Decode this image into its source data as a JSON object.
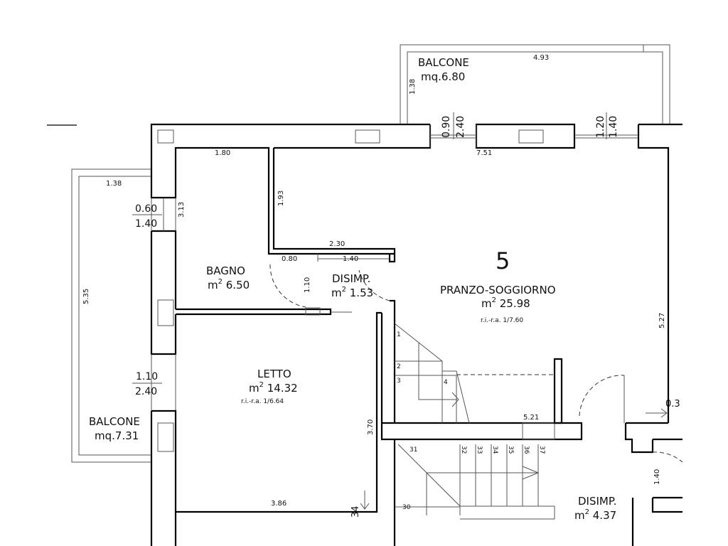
{
  "unit_number": "5",
  "rooms": {
    "balcone_top": {
      "name": "BALCONE",
      "area": "mq.6.80"
    },
    "balcone_left": {
      "name": "BALCONE",
      "area": "mq.7.31"
    },
    "bagno": {
      "name": "BAGNO",
      "area_prefix": "m",
      "area_sup": "2",
      "area": " 6.50"
    },
    "disimp": {
      "name": "DISIMP.",
      "area_prefix": "m",
      "area_sup": "2",
      "area": " 1.53"
    },
    "pranzo": {
      "name": "PRANZO-SOGGIORNO",
      "area_prefix": "m",
      "area_sup": "2",
      "area": " 25.98",
      "ratio": "r.i.-r.a. 1/7.60"
    },
    "letto": {
      "name": "LETTO",
      "area_prefix": "m",
      "area_sup": "2",
      "area": " 14.32",
      "ratio": "r.i.-r.a. 1/6.64"
    },
    "disimp2": {
      "name": "DISIMP.",
      "area_prefix": "m",
      "area_sup": "2",
      "area": " 4.37"
    }
  },
  "dimensions": {
    "balcone_top_width": "4.93",
    "balcone_top_depth": "1.38",
    "balcone_left_width": "1.38",
    "balcone_left_length": "5.35",
    "bagno_top": "1.80",
    "pranzo_top": "7.51",
    "corridor_vert": "1.93",
    "bagno_side": "3.13",
    "corridor_h": "2.30",
    "door_080": "0.80",
    "door_140": "1.40",
    "disimp_110": "1.10",
    "pranzo_side": "5.27",
    "stair_521": "5.21",
    "letto_side": "3.70",
    "letto_bottom": "3.86",
    "right_03": "0.3",
    "disimp2_140": "1.40",
    "bottom_34": "34"
  },
  "windows": {
    "w1": {
      "width": "0.90",
      "height": "2.40"
    },
    "w2": {
      "width": "1.20",
      "height": "1.40"
    },
    "w3": {
      "width": "0.60",
      "height": "1.40"
    },
    "w4": {
      "width": "1.10",
      "height": "2.40"
    }
  },
  "steps": [
    "1",
    "2",
    "3",
    "4",
    "30",
    "31",
    "32",
    "33",
    "34",
    "35",
    "36",
    "37"
  ]
}
